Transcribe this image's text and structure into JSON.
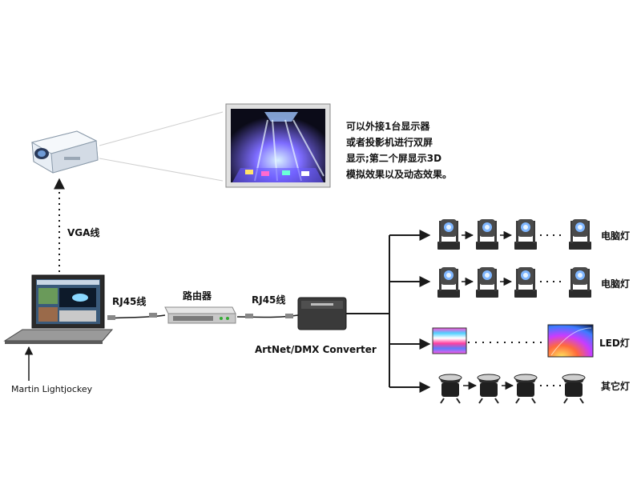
{
  "note": {
    "lines": [
      "可以外接1台显示器",
      "或者投影机进行双屏",
      "显示;第二个屏显示3D",
      "模拟效果以及动态效果。"
    ]
  },
  "labels": {
    "vga": "VGA线",
    "rj45_left": "RJ45线",
    "router": "路由器",
    "rj45_right": "RJ45线",
    "converter": "ArtNet/DMX Converter",
    "software": "Martin Lightjockey",
    "row1": "电脑灯",
    "row2": "电脑灯",
    "row3": "LED灯",
    "row4": "其它灯"
  },
  "icons": {
    "projector": "projector-icon",
    "laptop": "laptop-icon",
    "router": "router-icon",
    "converter": "converter-icon",
    "moving_head": "moving-head-light-icon",
    "led_panel": "led-panel-icon",
    "par_light": "par-light-icon"
  },
  "colors": {
    "line": "#1a1a1a",
    "device_dark": "#2b2b2b",
    "device_silver": "#c8c8c8",
    "screen_dark": "#111111"
  }
}
